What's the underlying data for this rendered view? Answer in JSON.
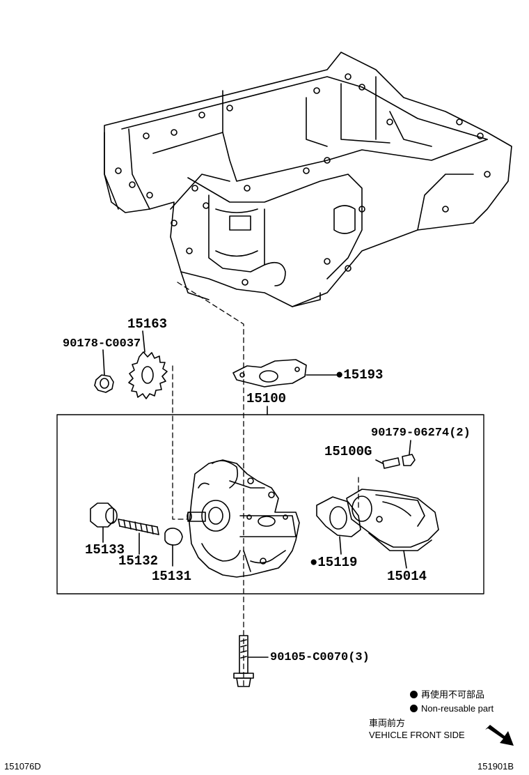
{
  "labels": {
    "p15163": "15163",
    "p90178": "90178-C0037",
    "p15193": "15193",
    "p15100": "15100",
    "p90179": "90179-06274(2)",
    "p15100G": "15100G",
    "p15133": "15133",
    "p15132": "15132",
    "p15131": "15131",
    "p15119": "15119",
    "p15014": "15014",
    "p90105": "90105-C0070(3)"
  },
  "legend": {
    "jp": "再使用不可部品",
    "en": "Non-reusable part"
  },
  "direction": {
    "jp": "車両前方",
    "en": "VEHICLE FRONT SIDE"
  },
  "codes": {
    "left": "151076D",
    "right": "151901B"
  }
}
